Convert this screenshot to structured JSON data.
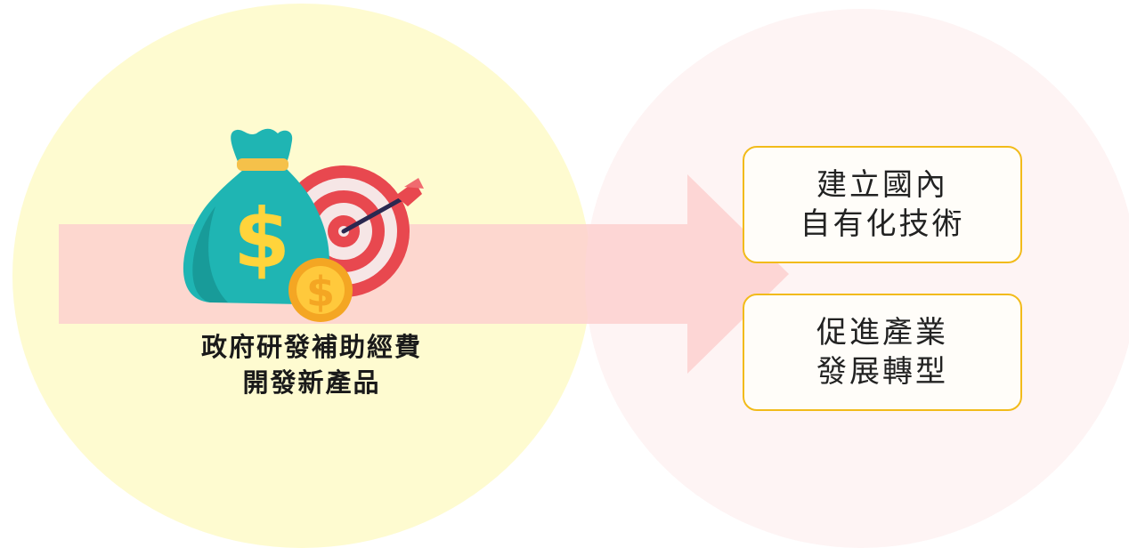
{
  "colors": {
    "left_circle": "#fefbd0",
    "right_circle": "#fef4f4",
    "arrow": "#fdd0cf",
    "box_border": "#f2bb1a",
    "bag": "#1fb5b3",
    "dollar": "#ffc93c",
    "target_red": "#e8484f"
  },
  "icons": [
    "money-bag-icon",
    "coin-icon",
    "target-icon",
    "dart-icon",
    "right-arrow-icon"
  ],
  "source": {
    "line1": "政府研發補助經費",
    "line2": "開發新產品"
  },
  "outcomes": [
    {
      "line1": "建立國內",
      "line2": "自有化技術"
    },
    {
      "line1": "促進產業",
      "line2": "發展轉型"
    }
  ]
}
